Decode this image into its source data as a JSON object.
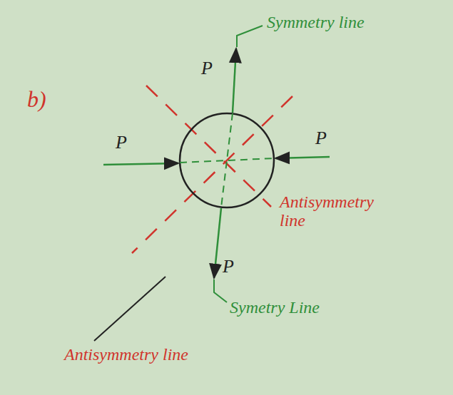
{
  "diagram": {
    "labels": [
      "b)",
      "P",
      "P",
      "P",
      "P",
      "Symmetry line",
      "Antisymmetry line",
      "Symetry Line",
      "Antisymmetry line"
    ]
  }
}
